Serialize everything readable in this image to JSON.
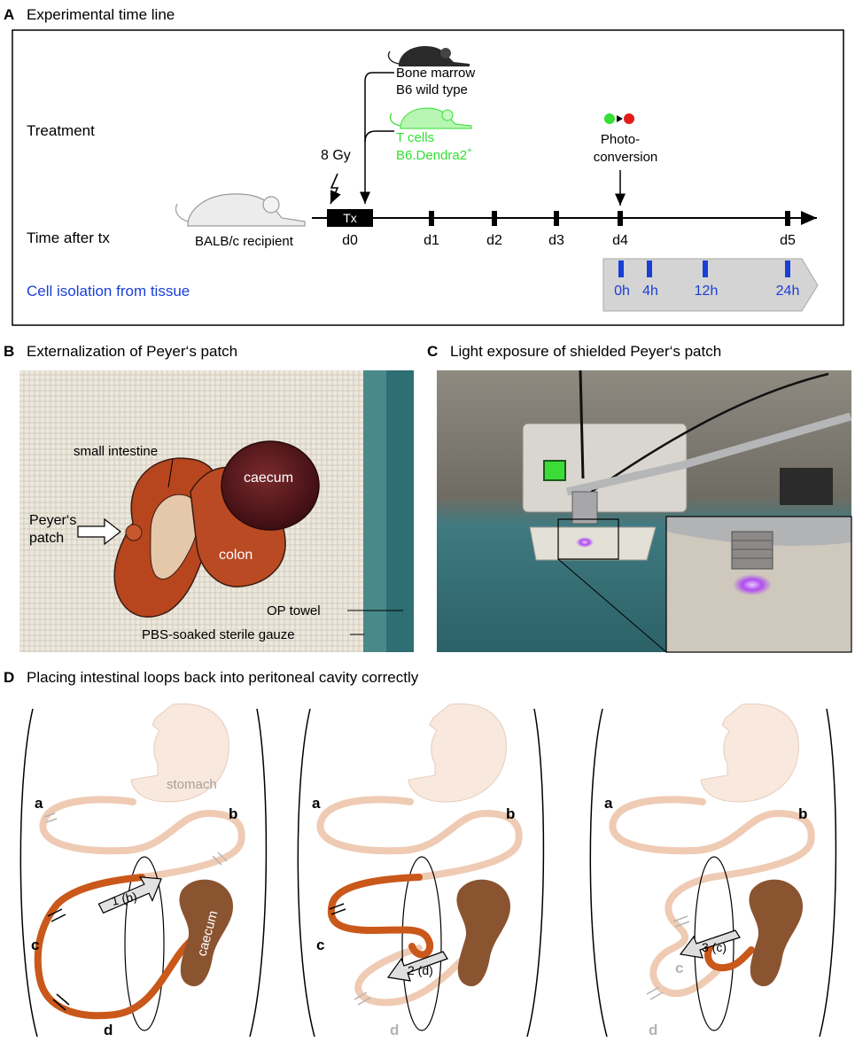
{
  "panelA": {
    "letter": "A",
    "title": "Experimental time line",
    "rows": {
      "treatment": "Treatment",
      "time_after_tx": "Time after tx",
      "cell_isolation": "Cell isolation from tissue"
    },
    "recipient": "BALB/c recipient",
    "irradiation": "8 Gy",
    "tx_label": "Tx",
    "bone_marrow_line1": "Bone marrow",
    "bone_marrow_line2": "B6 wild type",
    "tcells_line1": "T cells",
    "tcells_line2": "B6.Dendra2",
    "tcells_sup": "+",
    "photo_line1": "Photo-",
    "photo_line2": "conversion",
    "days": [
      "d0",
      "d1",
      "d2",
      "d3",
      "d4",
      "d5"
    ],
    "hours": [
      "0h",
      "4h",
      "12h",
      "24h"
    ],
    "colors": {
      "green": "#33e033",
      "red": "#e31b1b",
      "blue": "#1a3fd6",
      "banner": "#d4d4d4"
    }
  },
  "panelB": {
    "letter": "B",
    "title": "Externalization of Peyer‘s patch",
    "labels": {
      "small_intestine": "small intestine",
      "caecum": "caecum",
      "peyers_line1": "Peyer‘s",
      "peyers_line2": "patch",
      "colon": "colon",
      "op_towel": "OP towel",
      "gauze": "PBS-soaked sterile gauze"
    }
  },
  "panelC": {
    "letter": "C",
    "title": "Light exposure of shielded Peyer‘s patch"
  },
  "panelD": {
    "letter": "D",
    "title": "Placing intestinal loops back into peritoneal cavity correctly",
    "stomach": "stomach",
    "caecum": "caecum",
    "loops": {
      "a": "a",
      "b": "b",
      "c": "c",
      "d": "d"
    },
    "steps": [
      "1 (b)",
      "2 (d)",
      "3 (c)"
    ],
    "colors": {
      "bowel": "#c9581a",
      "bowel_faded": "#efcbb4",
      "caecum": "#8a5431",
      "stomach": "#f8e8dd"
    }
  }
}
